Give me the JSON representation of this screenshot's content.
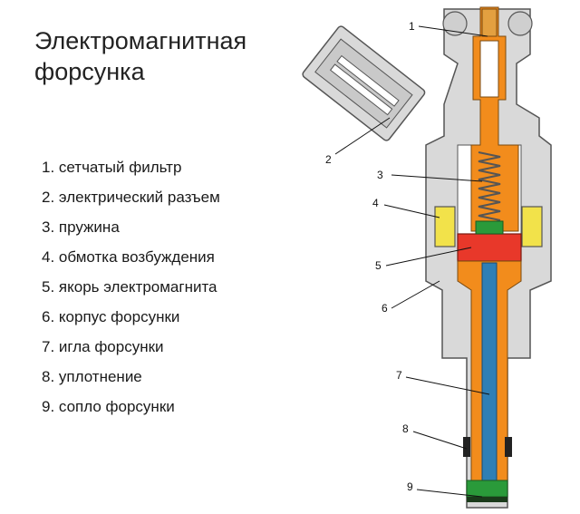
{
  "title": {
    "line1": "Электромагнитная",
    "line2": "форсунка"
  },
  "legend": [
    "1. сетчатый фильтр",
    "2. электрический разъем",
    "3. пружина",
    "4. обмотка возбуждения",
    "5. якорь электромагнита",
    "6. корпус форсунки",
    "7. игла форсунки",
    "8. уплотнение",
    "9. сопло форсунки"
  ],
  "callouts": [
    "1",
    "2",
    "3",
    "4",
    "5",
    "6",
    "7",
    "8",
    "9"
  ],
  "colors": {
    "body": "#d9d9d9",
    "outline": "#555555",
    "fuel_channel": "#f28c1c",
    "armature": "#e8382a",
    "coil": "#f2e24a",
    "needle": "#2f7fb5",
    "spring": "#777777",
    "seal": "#222222",
    "nozzle": "#2a9a3a"
  }
}
